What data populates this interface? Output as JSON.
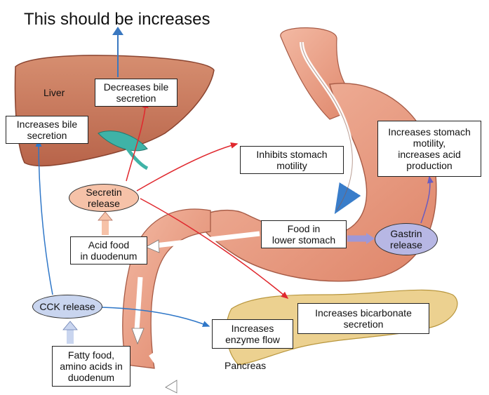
{
  "annotation": "This should be increases",
  "organs": {
    "liver": "Liver",
    "pancreas": "Pancreas"
  },
  "labels": {
    "decreases_bile": "Decreases bile\nsecretion",
    "increases_bile": "Increases bile\nsecretion",
    "inhibits_motility": "Inhibits stomach\nmotility",
    "increases_motility": "Increases stomach\nmotility,\nincreases acid\nproduction",
    "food_lower_stomach": "Food in\nlower stomach",
    "acid_food": "Acid food\nin duodenum",
    "bicarbonate": "Increases bicarbonate\nsecretion",
    "enzyme_flow": "Increases\nenzyme flow",
    "fatty_food": "Fatty food,\namino acids in\nduodenum"
  },
  "hormones": {
    "secretin": "Secretin\nrelease",
    "gastrin": "Gastrin\nrelease",
    "cck": "CCK release"
  },
  "colors": {
    "arrow_red": "#e0282e",
    "arrow_blue": "#2f77c8",
    "annotation_arrow": "#3a78c0",
    "liver": "#c9785a",
    "stomach": "#ec9e86",
    "pancreas": "#ecd190",
    "secretin_fill": "#f6c2a8",
    "gastrin_fill": "#b7b7e4",
    "cck_fill": "#c9d5ef"
  }
}
